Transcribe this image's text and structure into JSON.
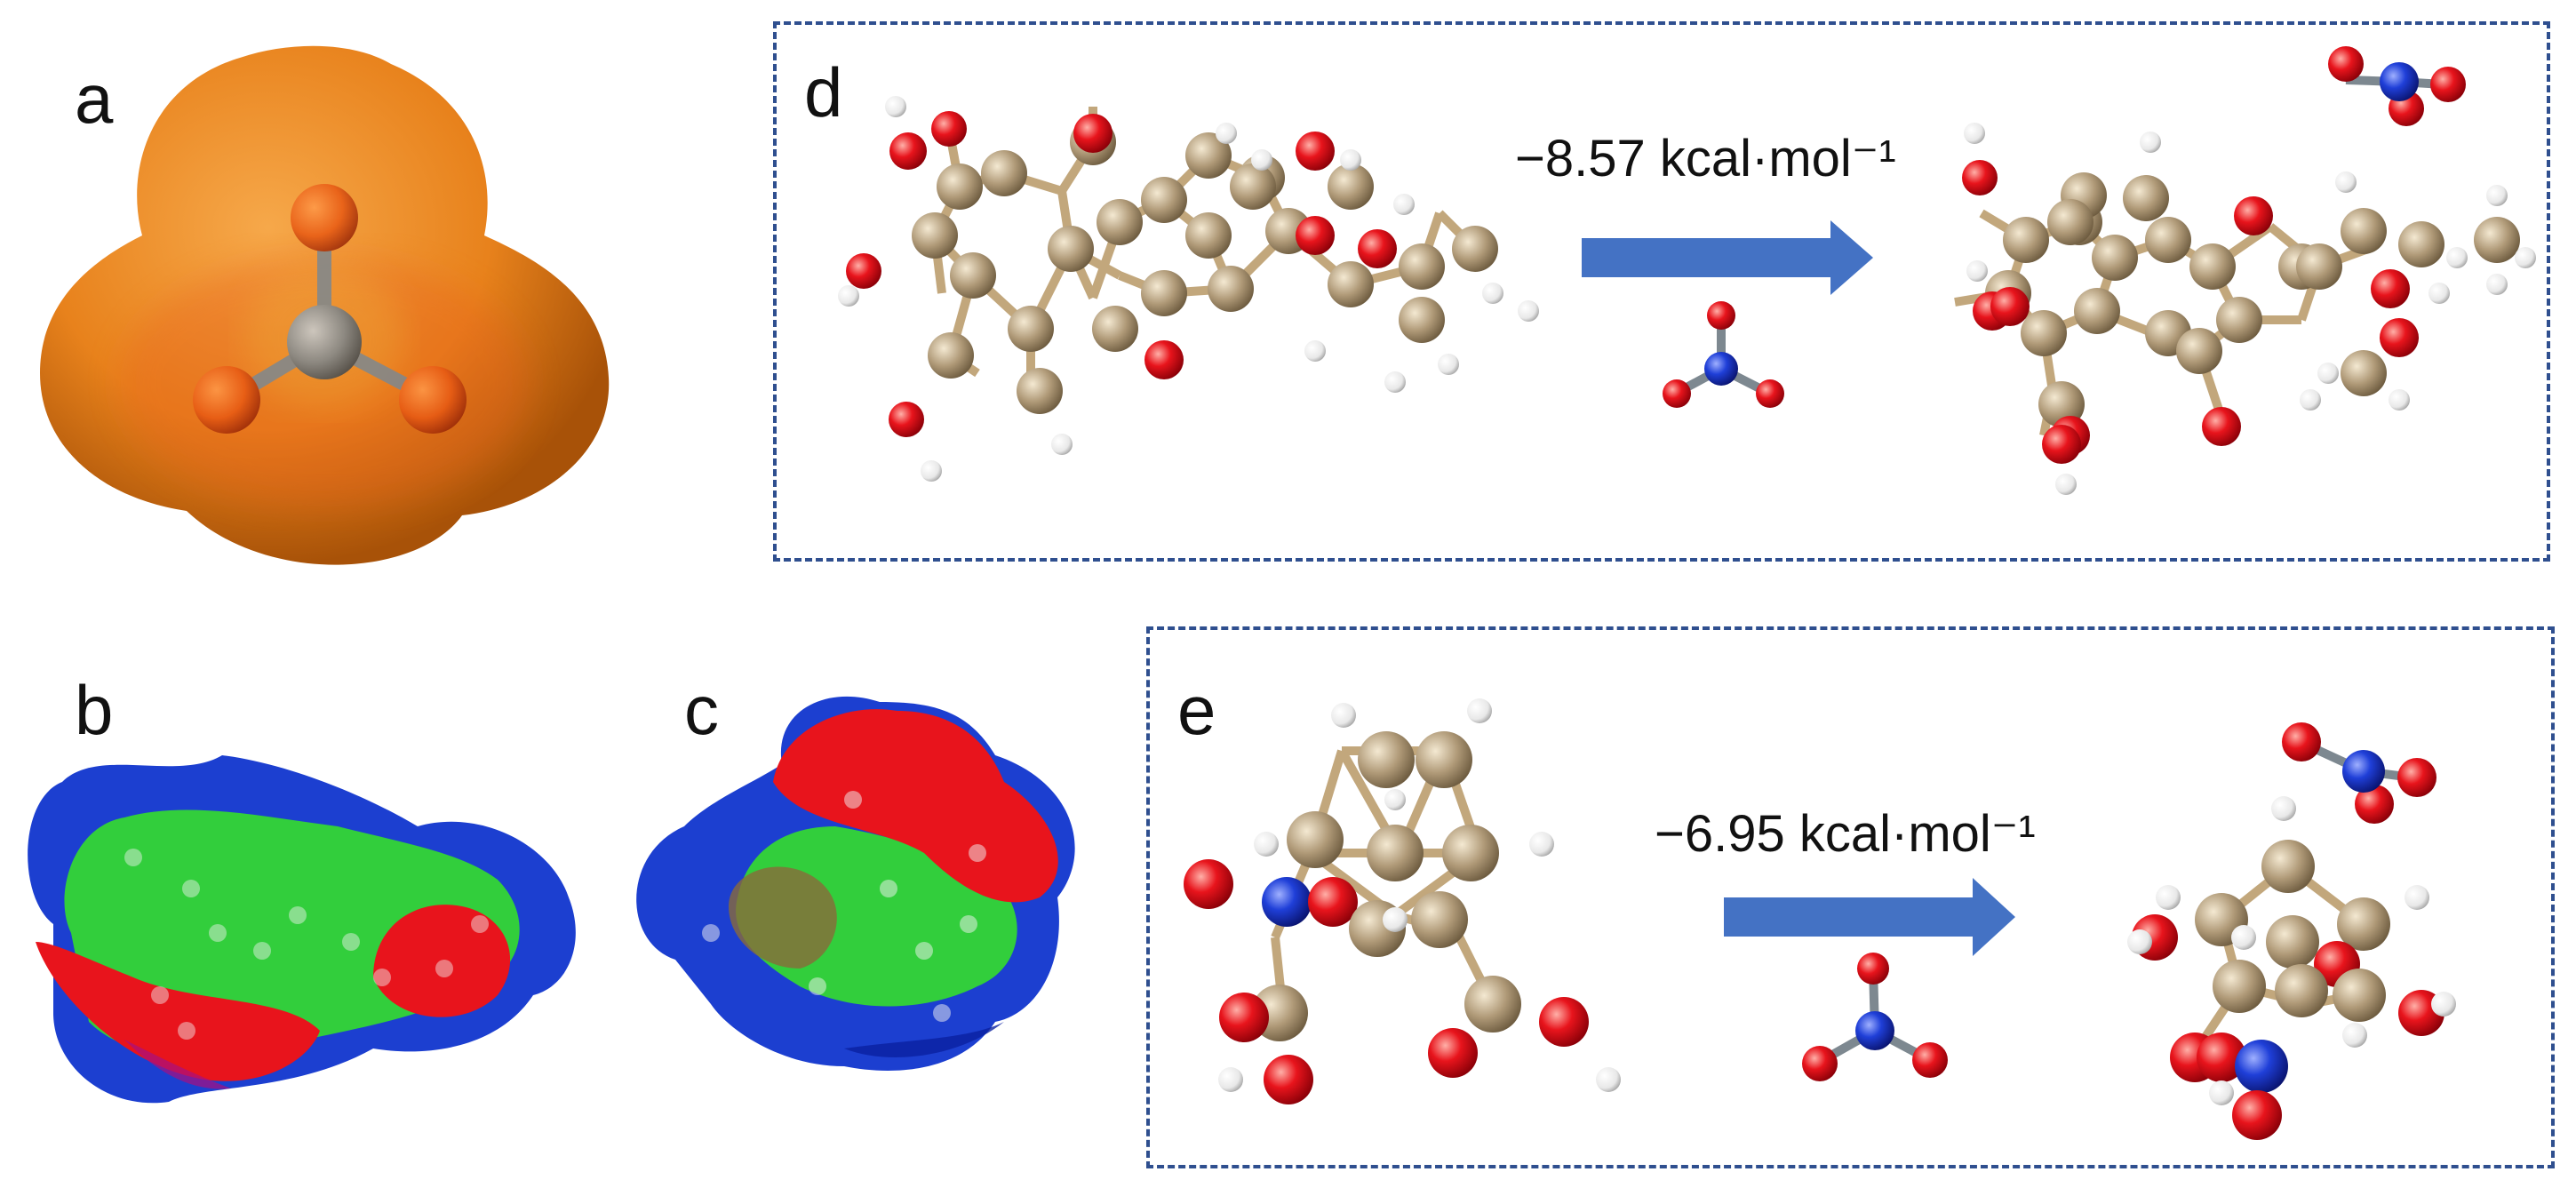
{
  "panels": {
    "a": {
      "label": "a"
    },
    "b": {
      "label": "b"
    },
    "c": {
      "label": "c"
    },
    "d": {
      "label": "d",
      "energy": "−8.57 kcal·mol⁻¹"
    },
    "e": {
      "label": "e",
      "energy": "−6.95  kcal·mol⁻¹"
    }
  },
  "colors": {
    "carbon": "#b09a78",
    "oxygen": "#e8141c",
    "hydrogen": "#f2f2f2",
    "nitrogen": "#1f3fd8",
    "bond": "#c2a77c",
    "arrow": "#4472c4",
    "dashed_box": "#2f4f8f",
    "esp_orange": "#f08a22"
  },
  "icons": {
    "reaction_arrow": "right-arrow-icon",
    "nitrate_molecule": "nitrate-ball-stick-icon"
  }
}
